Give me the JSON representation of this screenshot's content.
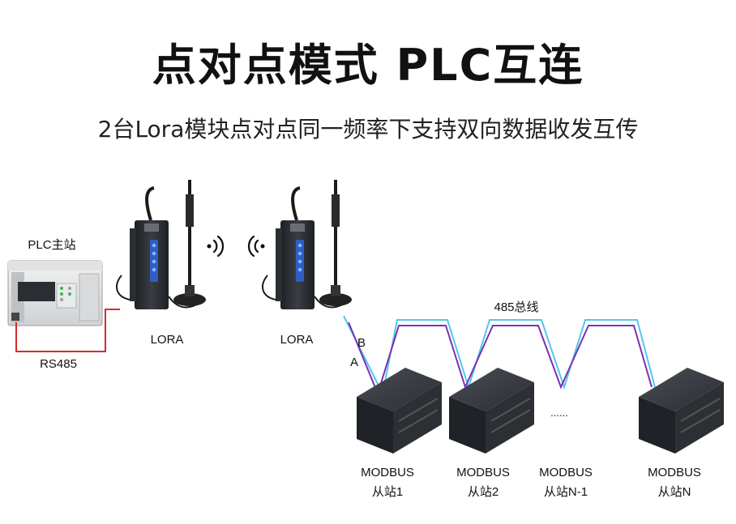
{
  "title": "点对点模式 PLC互连",
  "subtitle": "2台Lora模块点对点同一频率下支持双向数据收发互传",
  "plc_master": {
    "label": "PLC主站"
  },
  "rs485_label": "RS485",
  "lora_left": {
    "label": "LORA"
  },
  "lora_right": {
    "label": "LORA"
  },
  "bus_label": "485总线",
  "line_b_label": "B",
  "line_a_label": "A",
  "ellipsis": "......",
  "slaves": [
    {
      "line1": "MODBUS",
      "line2": "从站1"
    },
    {
      "line1": "MODBUS",
      "line2": "从站2"
    },
    {
      "line1": "MODBUS",
      "line2": "从站N-1"
    },
    {
      "line1": "MODBUS",
      "line2": "从站N"
    }
  ],
  "colors": {
    "rs485_wire": "#d62b2b",
    "bus_a": "#7a2fb8",
    "bus_b": "#54c8e6",
    "device": "#2b2e33",
    "module_led": "#3b6fd6"
  }
}
